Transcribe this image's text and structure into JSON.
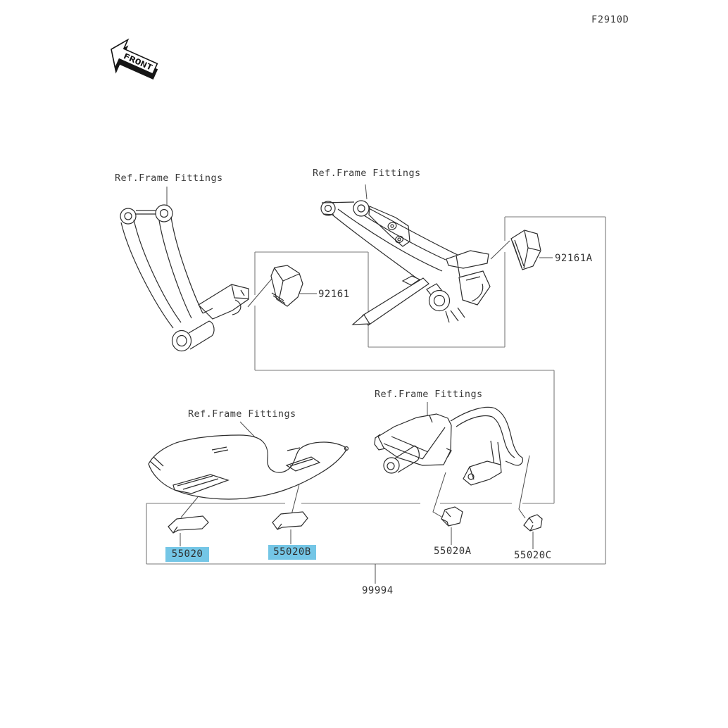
{
  "diagram": {
    "figure_code": "F2910D",
    "front_marker": "FRONT",
    "ref_label": "Ref.Frame Fittings",
    "parts": {
      "damper_front": "92161",
      "damper_rear": "92161A",
      "pad_seat_left": "55020",
      "pad_seat_right": "55020B",
      "pad_bracket_left": "55020A",
      "pad_bracket_right": "55020C",
      "kit_number": "99994"
    },
    "highlighted_parts": [
      "55020",
      "55020B"
    ],
    "colors": {
      "highlight": "#74c6e6",
      "line": "#2e2e2e",
      "boundary": "#7a7a7a",
      "background": "#ffffff"
    }
  }
}
